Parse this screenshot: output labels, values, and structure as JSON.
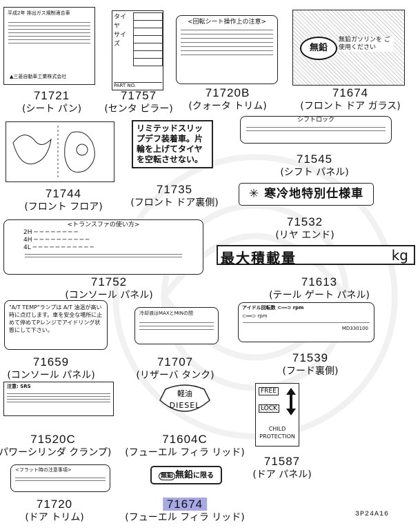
{
  "labels": [
    {
      "id": "71721",
      "name": "(シート パン)"
    },
    {
      "id": "71757",
      "name": "(センタ ピラー)"
    },
    {
      "id": "71720B",
      "name": "(クォータ トリム)"
    },
    {
      "id": "71674",
      "name": "(フロント ドア ガラス)"
    },
    {
      "id": "71744",
      "name": "(フロント フロア)"
    },
    {
      "id": "71735",
      "name": "(フロント ドア裏側)"
    },
    {
      "id": "71545",
      "name": "(シフト パネル)"
    },
    {
      "id": "71532",
      "name": "(リヤ エンド)"
    },
    {
      "id": "71752",
      "name": "(コンソール パネル)"
    },
    {
      "id": "71613",
      "name": "(テール ゲート パネル)"
    },
    {
      "id": "71659",
      "name": "(コンソール パネル)"
    },
    {
      "id": "71707",
      "name": "(リザーバ タンク)"
    },
    {
      "id": "71539",
      "name": "(フード裏側)"
    },
    {
      "id": "71520C",
      "name": "(パワーシリンダ クランプ)"
    },
    {
      "id": "71604C",
      "name": "(フューエル フィラ リッド)"
    },
    {
      "id": "71587",
      "name": "(ドア パネル)"
    },
    {
      "id": "71720",
      "name": "(ドア トリム)"
    },
    {
      "id": "71674",
      "name": "(フューエル フィラ リッド)"
    }
  ],
  "decals": {
    "tire_title": "タイヤ",
    "tire_size": "サイズ",
    "part_no": "PART NO.",
    "quarter_trim_title": "<回転シート操作上の注意>",
    "unleaded_glass": "無鉛",
    "unleaded_glass_note": "無鉛ガソリンを ご使用ください",
    "lsd_text": "リミテッドスリップデフ装着車。片輪を上げてタイヤを空転させない。",
    "shift_lock_title": "シフトロック",
    "cold_spec": "寒冷地特別仕様車",
    "max_load": "最大積載量",
    "max_load_unit": "kg",
    "transfer_title": "<トランスファの使い方>",
    "transfer_2h": "2H",
    "transfer_4h": "4H",
    "transfer_4l": "4L",
    "at_temp_text": "\"A/T TEMP\"ランプは A/T 油温が高い時に点灯します。車を安全な場所に止めて停めてPレンジでアイドリング状態にして下さい。",
    "reservoir_text": "冷却液はMAXとMINの間",
    "idle_title": "アイドル回転数",
    "idle_rpm": "rpm",
    "idle_code": "MD330100",
    "srs_title": "注意: SRS",
    "diesel_jp": "軽油",
    "diesel_en": "DIESEL",
    "free_label": "FREE",
    "lock_label": "LOCK",
    "child_protection": "CHILD PROTECTION",
    "flat_seat_title": "<フラット時の注意事項>",
    "unleaded_only_badge": "無鉛",
    "unleaded_only_main": "無鉛",
    "unleaded_only_suffix": "に限る",
    "ref_code": "3P24A16"
  }
}
